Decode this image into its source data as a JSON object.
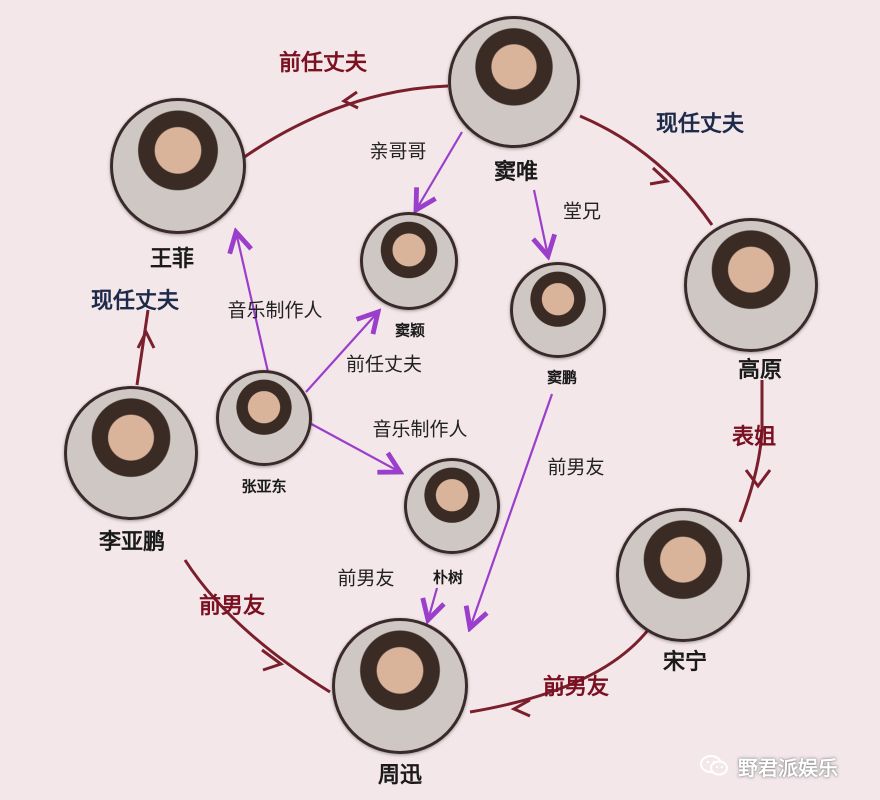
{
  "people": {
    "dou_wei": "窦唯",
    "wang_fei": "王菲",
    "gao_yuan": "高原",
    "dou_ying": "窦颖",
    "dou_peng": "窦鹏",
    "zhang_yadong": "张亚东",
    "li_yapeng": "李亚鹏",
    "pu_shu": "朴树",
    "song_ning": "宋宁",
    "zhou_xun": "周迅"
  },
  "relations": {
    "douwei_wangfei": "前任丈夫",
    "douwei_gaoyuan": "现任丈夫",
    "douwei_douying": "亲哥哥",
    "douwei_doupeng": "堂兄",
    "liyapeng_wangfei": "现任丈夫",
    "zhangyadong_wangfei": "音乐制作人",
    "zhangyadong_douying": "前任丈夫",
    "zhangyadong_pushu": "音乐制作人",
    "doupeng_zhouxun": "前男友",
    "pushu_zhouxun": "前男友",
    "liyapeng_zhouxun": "前男友",
    "gaoyuan_songning": "表姐",
    "songning_zhouxun": "前男友"
  },
  "colors": {
    "background": "#f3e7ea",
    "arrow_dark_red": "#7a1f2b",
    "arrow_purple": "#9b3ecb",
    "label_red": "#7a1020",
    "label_navy": "#1d2a4a"
  },
  "watermark": {
    "text": "野君派娱乐",
    "icon": "wechat-icon"
  }
}
